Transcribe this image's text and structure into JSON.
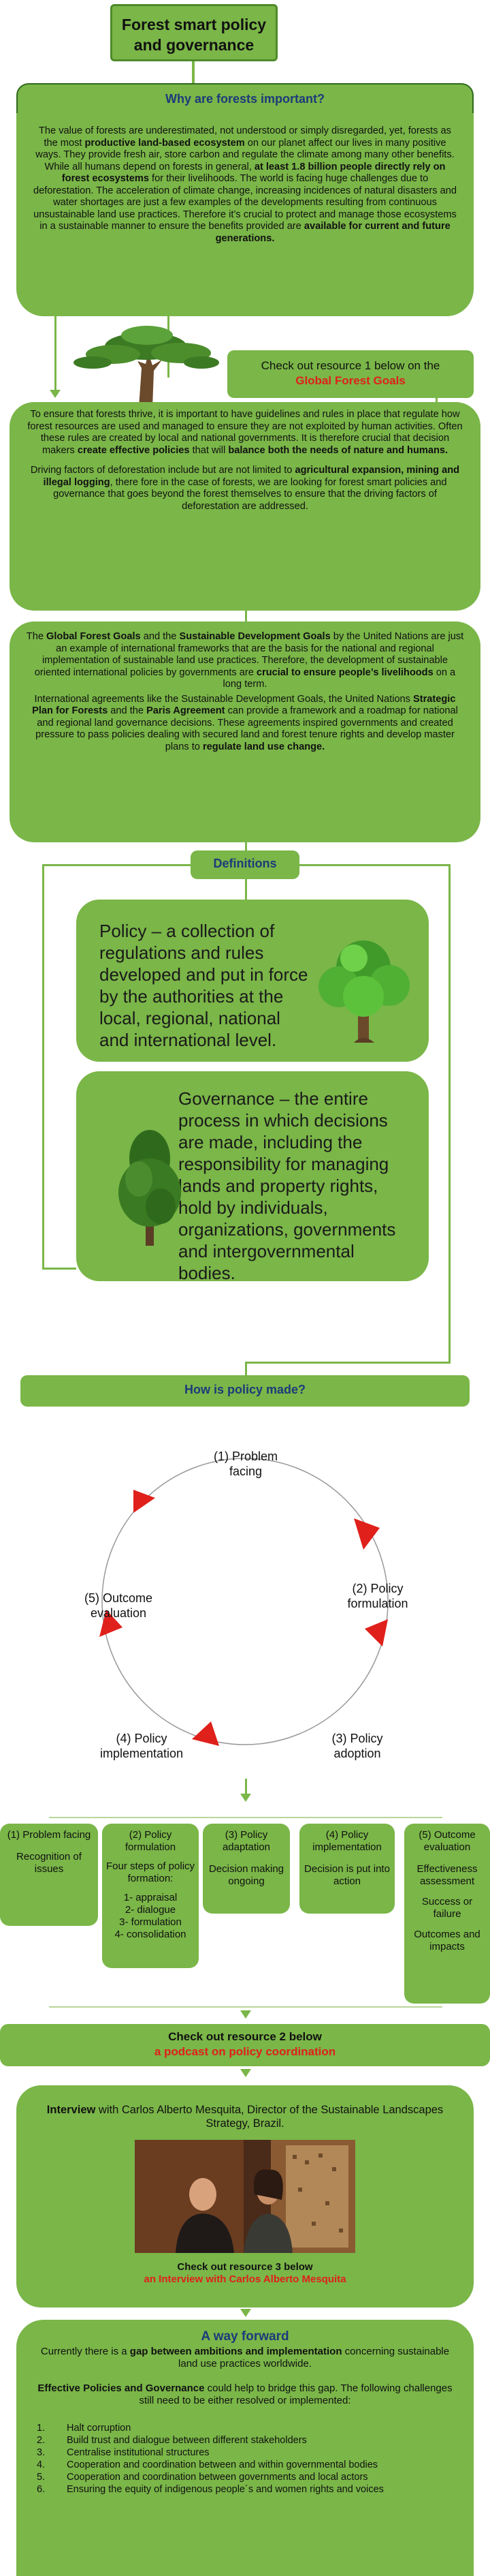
{
  "title": {
    "line1": "Forest smart policy",
    "line2": "and governance"
  },
  "why": {
    "heading": "Why are forests important?",
    "p1a": "The value of forests are underestimated, not understood or simply disregarded, yet, forests as the most ",
    "p1b": "productive land-based ecosystem",
    "p1c": " on our planet affect our lives in many positive ways. They provide fresh air, store carbon and regulate the climate among many other benefits. While all humans depend on forests in general, ",
    "p1d": "at least 1.8 billion people directly rely on forest ecosystems",
    "p1e": " for their livelihoods. The world is facing huge challenges due to deforestation. The acceleration of climate change, increasing incidences of natural disasters and water shortages are just a few examples of the developments resulting from continuous unsustainable land use practices. Therefore it’s crucial to protect and manage those ecosystems in a sustainable manner to ensure the benefits provided are ",
    "p1f": "available for current and future generations."
  },
  "resource1": {
    "text": "Check out resource 1 below on the",
    "link": "Global Forest Goals"
  },
  "guidelines": {
    "p1a": "To ensure that forests  thrive, it is important to have guidelines and rules in place that regulate how forest resources are used and managed to ensure they are not exploited by human activities.  Often these rules are created by local and national governments. It is therefore crucial that decision makers ",
    "p1b": "create effective policies",
    "p1c": " that will ",
    "p1d": "balance both the needs of nature and humans.",
    "p2a": "Driving factors of deforestation include but are not limited to ",
    "p2b": "agricultural expansion, mining and illegal logging",
    "p2c": ", there fore in the case of forests, we are looking for forest smart policies and governance that goes beyond the forest themselves to ensure that the driving factors of deforestation are addressed."
  },
  "goals": {
    "p1a": "The ",
    "p1b": "Global Forest Goals",
    "p1c": " and the ",
    "p1d": "Sustainable Development Goals",
    "p1e": " by the United Nations are just an example of international  frameworks that are the basis for the national and regional implementation of sustainable land use practices. Therefore, the development of sustainable oriented international policies by governments are ",
    "p1f": "crucial to ensure people’s livelihoods",
    "p1g": " on a long term.",
    "p2a": "International agreements like the Sustainable Development Goals, the United Nations ",
    "p2b": "Strategic Plan for Forests",
    "p2c": " and the ",
    "p2d": "Paris Agreement",
    "p2e": " can provide a framework and a roadmap for national and regional land governance decisions. These agreements inspired governments and created pressure to pass policies dealing with secured land and forest tenure rights and develop master plans to ",
    "p2f": "regulate land use change."
  },
  "definitions": {
    "heading": "Definitions",
    "policy": "Policy –  a collection of regulations and rules developed and put in force by the authorities at the local, regional, national and international level.",
    "governance": "Governance – the entire process in which decisions are made, including the responsibility for managing lands and property rights, hold by individuals, organizations, governments and intergovernmental bodies."
  },
  "policy_made": {
    "heading": "How is policy made?",
    "cycle": [
      {
        "line1": "(1) Problem",
        "line2": "facing"
      },
      {
        "line1": "(2) Policy",
        "line2": "formulation"
      },
      {
        "line1": "(3) Policy",
        "line2": "adoption"
      },
      {
        "line1": "(4) Policy",
        "line2": "implementation"
      },
      {
        "line1": "(5) Outcome",
        "line2": "evaluation"
      }
    ]
  },
  "stages": [
    {
      "title": "(1)   Problem facing",
      "body": "Recognition of issues"
    },
    {
      "title": "(2) Policy formulation",
      "body": "Four steps of policy formation:",
      "steps": [
        "1- appraisal",
        "2- dialogue",
        "3- formulation",
        "4- consolidation"
      ]
    },
    {
      "title": "(3) Policy adaptation",
      "body": "Decision making ongoing"
    },
    {
      "title": "(4) Policy implementation",
      "body": "Decision is put into action"
    },
    {
      "title": "(5) Outcome evaluation",
      "body": "Effectiveness assessment",
      "extra": [
        "Success or failure",
        "Outcomes and impacts"
      ]
    }
  ],
  "resource2": {
    "text": "Check out resource 2 below",
    "link": "a  podcast on policy coordination"
  },
  "interview": {
    "lead": "Interview",
    "text": " with Carlos Alberto Mesquita, Director of the Sustainable Landscapes Strategy, Brazil.",
    "resource": "Check out resource 3 below",
    "link": "an Interview with Carlos Alberto Mesquita"
  },
  "forward": {
    "heading": "A way forward",
    "p1a": "Currently there is a ",
    "p1b": "gap between ambitions and implementation",
    "p1c": " concerning sustainable land use practices worldwide.",
    "p2a": "Effective Policies and Governance",
    "p2b": " could help to bridge this gap. The following challenges still need to be either resolved or implemented:",
    "items": [
      {
        "num": "1.",
        "text": "Halt corruption"
      },
      {
        "num": "2.",
        "text": "Build trust and dialogue between different stakeholders"
      },
      {
        "num": "3.",
        "text": "Centralise institutional structures"
      },
      {
        "num": "4.",
        "text": "Cooperation and coordination between and within governmental bodies"
      },
      {
        "num": "5.",
        "text": "Cooperation and coordination between governments and local actors"
      },
      {
        "num": "6.",
        "text": "Ensuring the equity of indigenous people´s and women rights and voices"
      }
    ]
  },
  "colors": {
    "green": "#7ab648",
    "dark_green": "#2f6a1c",
    "heading_blue": "#1d3a7a",
    "link_red": "#e0201b"
  }
}
